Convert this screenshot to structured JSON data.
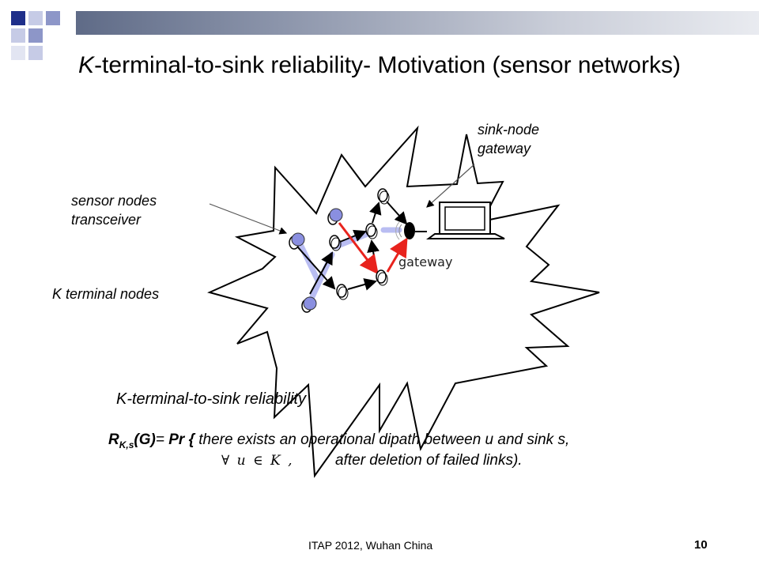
{
  "colors": {
    "deco_dark": "#1f2f8a",
    "deco_mid": "#8d96c8",
    "deco_light": "#c6cbe6",
    "highlight_arrow": "#e8231d",
    "terminal_fill": "#8a8fe0",
    "path_highlight": "#b9bdf2"
  },
  "title": {
    "prefix": "K",
    "rest": "-terminal-to-sink reliability- Motivation (sensor networks)"
  },
  "labels": {
    "sink_node": "sink-node",
    "sink_gateway": "gateway",
    "sensor_nodes": "sensor nodes",
    "transceiver": "transceiver",
    "k_terminal": "K terminal nodes",
    "gateway_caption": "gateway"
  },
  "subhead": "K-terminal-to-sink reliability",
  "formula": {
    "r": "R",
    "sub": "K,s",
    "g": "(G)",
    "eq": "= ",
    "pr": "Pr {",
    "text": " there exists an operational dipath between u and  sink s,",
    "forall": "∀ u ∈ K ,",
    "line2": "after deletion of failed links)."
  },
  "footer": "ITAP 2012, Wuhan China",
  "page_number": "10"
}
